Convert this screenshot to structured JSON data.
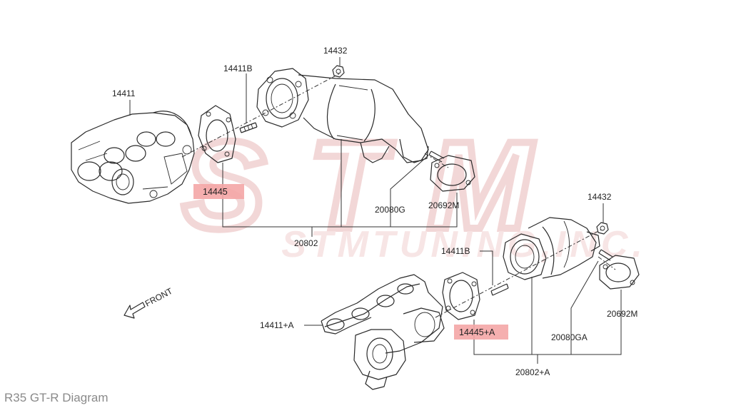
{
  "watermark": {
    "brand": "STM",
    "subtext": "STMTUNING,INC.",
    "color": "#e8b7b7"
  },
  "highlight_color": "#f4a6a6",
  "labels": {
    "p14411": "14411",
    "p14411B_top": "14411B",
    "p14432_top": "14432",
    "p14445": "14445",
    "p20080G": "20080G",
    "p20692M_top": "20692M",
    "p20802": "20802",
    "p14432_bottom": "14432",
    "p14411B_bottom": "14411B",
    "p14411A": "14411+A",
    "p14445A": "14445+A",
    "p20080GA": "20080GA",
    "p20692M_bottom": "20692M",
    "p20802A": "20802+A"
  },
  "front_label": "FRONT",
  "caption": "R35 GT-R Diagram"
}
